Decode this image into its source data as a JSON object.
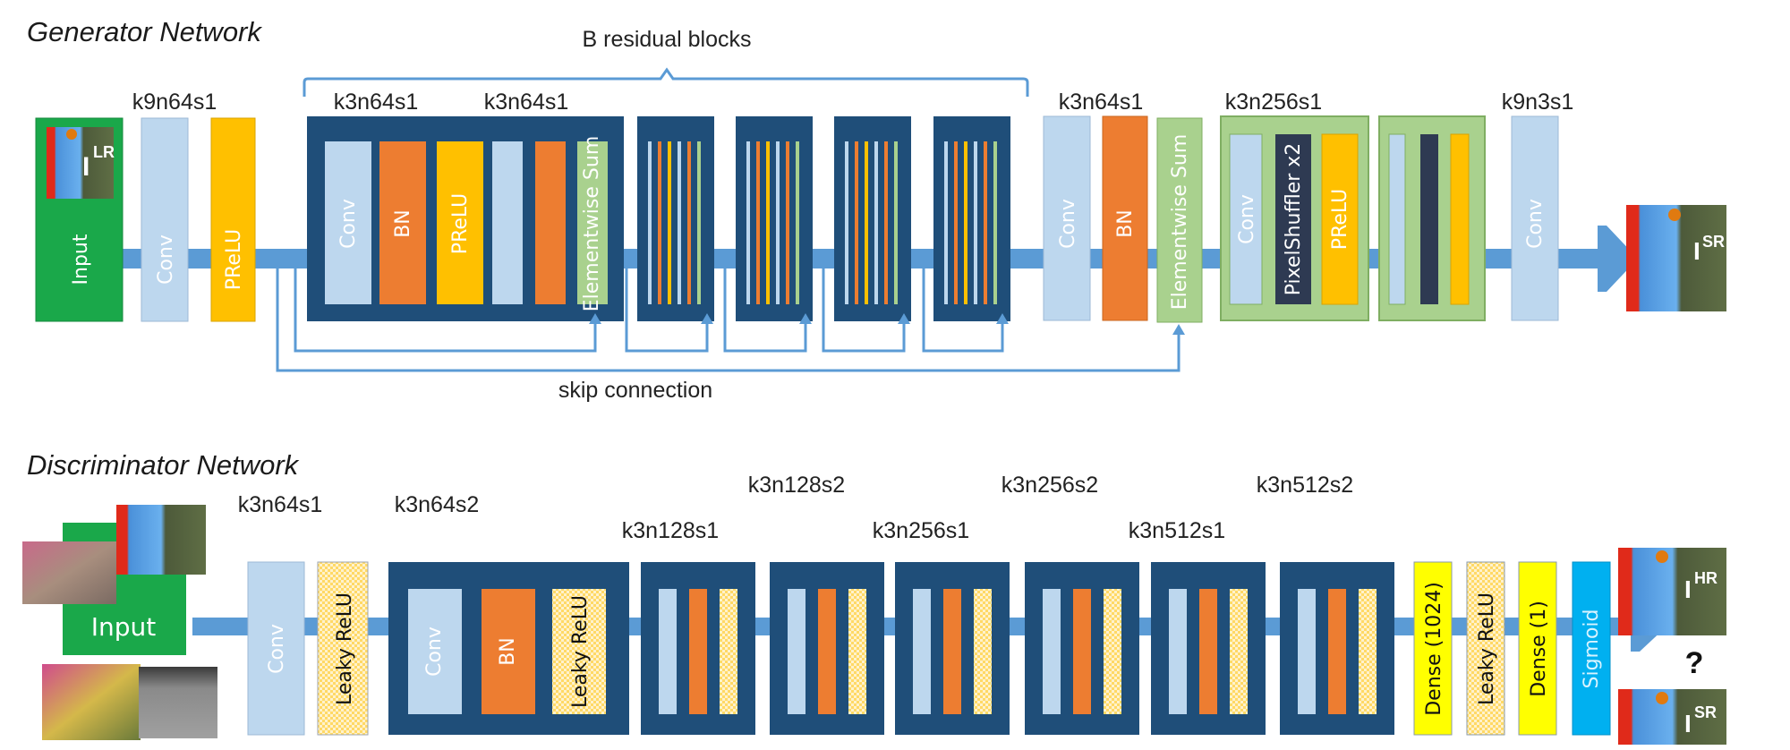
{
  "colors": {
    "input_green": "#1aa84a",
    "conv_blue": "#bdd7ee",
    "prelu_yellow": "#ffc000",
    "bn_orange": "#ed7d31",
    "block_navy": "#1f4e79",
    "sum_green": "#a9d18e",
    "shuffle_dark": "#2e3a52",
    "arrow_blue": "#5b9bd5",
    "dense_yellow": "#ffff00",
    "sigmoid_cyan": "#00b0f0",
    "leaky_pattern": "#ffd966"
  },
  "generator": {
    "title": "Generator Network",
    "bracket_label": "B residual blocks",
    "skip_label": "skip connection",
    "input_label": "Input",
    "input_image_label": "I",
    "input_image_sup": "LR",
    "output_image_label": "I",
    "output_image_sup": "SR",
    "params": {
      "first_conv": "k9n64s1",
      "res_conv1": "k3n64s1",
      "res_conv2": "k3n64s1",
      "post_conv": "k3n64s1",
      "upsample_conv": "k3n256s1",
      "final_conv": "k9n3s1"
    },
    "layers": {
      "conv": "Conv",
      "prelu": "PReLU",
      "bn": "BN",
      "elementwise_sum": "Elementwise Sum",
      "pixel_shuffler": "PixelShuffler x2"
    },
    "residual_block_count_shown": 5
  },
  "discriminator": {
    "title": "Discriminator Network",
    "input_label": "Input",
    "hr_label": "I",
    "hr_sup": "HR",
    "sr_label": "I",
    "sr_sup": "SR",
    "question": "?",
    "params": {
      "first": "k3n64s1",
      "block1": "k3n64s2",
      "block2": "k3n128s1",
      "block3": "k3n128s2",
      "block4": "k3n256s1",
      "block5": "k3n256s2",
      "block6": "k3n512s1",
      "block7": "k3n512s2"
    },
    "layers": {
      "conv": "Conv",
      "leaky_relu": "Leaky ReLU",
      "bn": "BN",
      "dense_1024": "Dense (1024)",
      "dense_1": "Dense (1)",
      "sigmoid": "Sigmoid"
    }
  }
}
